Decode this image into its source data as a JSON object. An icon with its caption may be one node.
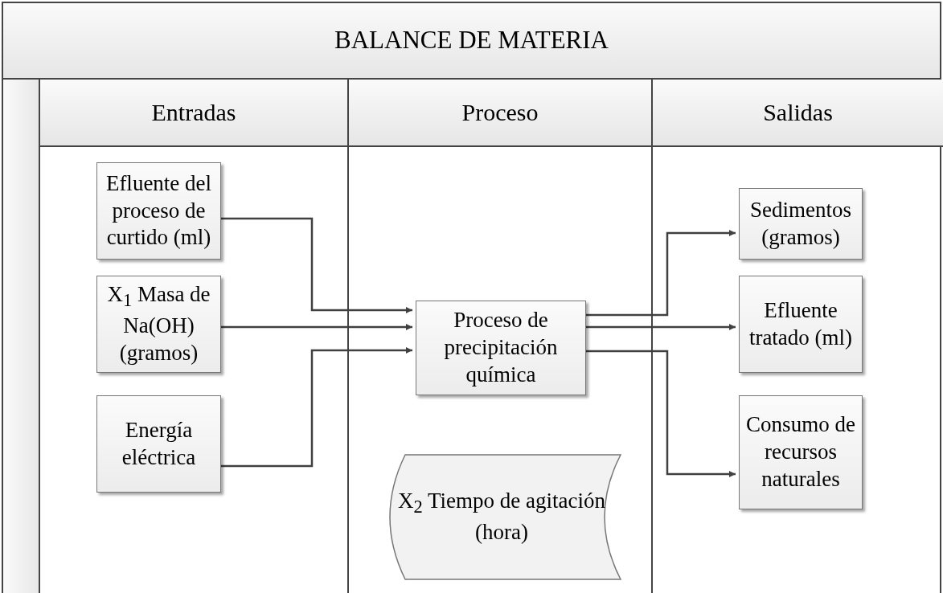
{
  "diagram": {
    "nodes": [
      {
        "text": [
          "BALANCE DE MATERIA"
        ]
      },
      {
        "text": [
          "Entradas"
        ],
        "in": 0
      },
      {
        "text": [
          "Proceso"
        ],
        "in": 0
      },
      {
        "text": [
          "Salidas"
        ],
        "in": 0
      },
      {
        "text": [
          "Efluente del proceso de curtido (ml)"
        ],
        "in": 1
      },
      {
        "text": [
          "X$_{1}$ Masa de Na(OH) (gramos)"
        ],
        "in": 1
      },
      {
        "text": [
          "Energía eléctrica"
        ],
        "in": 1
      },
      {
        "text": [
          "Proceso de precipitación química"
        ],
        "in": 2
      },
      {
        "text": [
          "X$_{2}$ Tiempo de agitación (hora)"
        ],
        "in": 2
      },
      {
        "text": [
          "Sedimentos (gramos)"
        ],
        "in": 3
      },
      {
        "text": [
          "Efluente tratado (ml)"
        ],
        "in": 3
      },
      {
        "text": [
          "Consumo de recursos naturales"
        ],
        "in": 3
      }
    ],
    "edges": [
      {
        "from": 4,
        "to": 7,
        "arrow": "to"
      },
      {
        "from": 5,
        "to": 7,
        "arrow": "to"
      },
      {
        "from": 6,
        "to": 7,
        "arrow": "to"
      },
      {
        "from": 7,
        "to": 9,
        "arrow": "to"
      },
      {
        "from": 7,
        "to": 10,
        "arrow": "to"
      },
      {
        "from": 7,
        "to": 11,
        "arrow": "to"
      }
    ]
  }
}
